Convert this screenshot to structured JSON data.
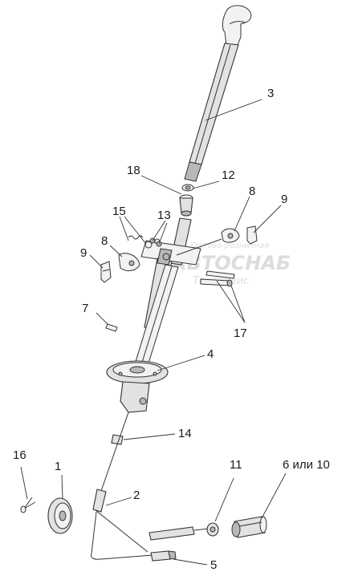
{
  "watermark": {
    "line1": "Оптово-розничная",
    "line2": "АВТОСНАБ",
    "line3": "Техсервис"
  },
  "callouts": {
    "c1": "1",
    "c2": "2",
    "c3": "3",
    "c4": "4",
    "c5": "5",
    "c6": "6 или 10",
    "c7": "7",
    "c8a": "8",
    "c8b": "8",
    "c9a": "9",
    "c9b": "9",
    "c11": "11",
    "c12": "12",
    "c13": "13",
    "c14": "14",
    "c15": "15",
    "c16": "16",
    "c17": "17",
    "c18": "18"
  }
}
